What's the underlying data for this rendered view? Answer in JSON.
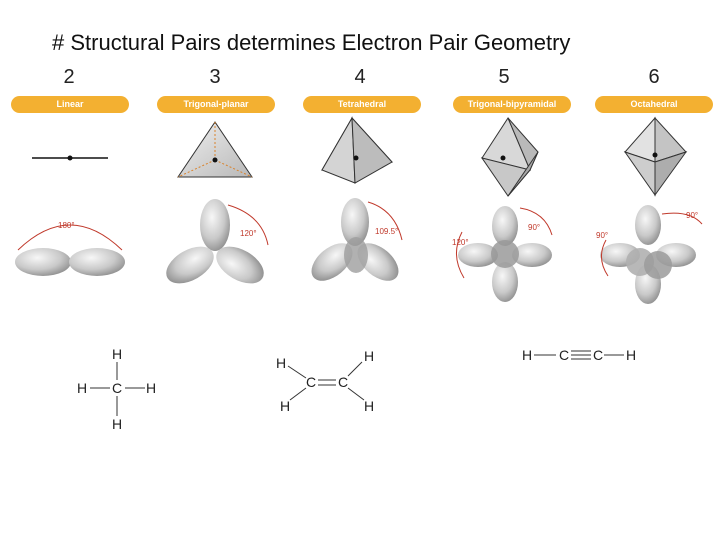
{
  "title": "# Structural Pairs determines Electron Pair Geometry",
  "geometries": [
    {
      "count": "2",
      "name": "Linear",
      "angle": "180°"
    },
    {
      "count": "3",
      "name": "Trigonal-planar",
      "angle": "120°"
    },
    {
      "count": "4",
      "name": "Tetrahedral",
      "angle": "109.5°"
    },
    {
      "count": "5",
      "name": "Trigonal-bipyramidal",
      "angle_a": "90°",
      "angle_b": "120°"
    },
    {
      "count": "6",
      "name": "Octahedral",
      "angle_a": "90°",
      "angle_b": "90°"
    }
  ],
  "molecules": {
    "methane": {
      "H_top": "H",
      "H_left": "H",
      "C": "C",
      "H_right": "H",
      "H_bottom": "H"
    },
    "ethene": {
      "H_tl": "H",
      "H_tr": "H",
      "C1": "C",
      "C2": "C",
      "H_bl": "H",
      "H_br": "H"
    },
    "ethyne": {
      "H1": "H",
      "C1": "C",
      "C2": "C",
      "H2": "H"
    }
  },
  "colors": {
    "banner": "#f3b031",
    "angle": "#c0392b",
    "lobe": "#cfcfcf"
  }
}
